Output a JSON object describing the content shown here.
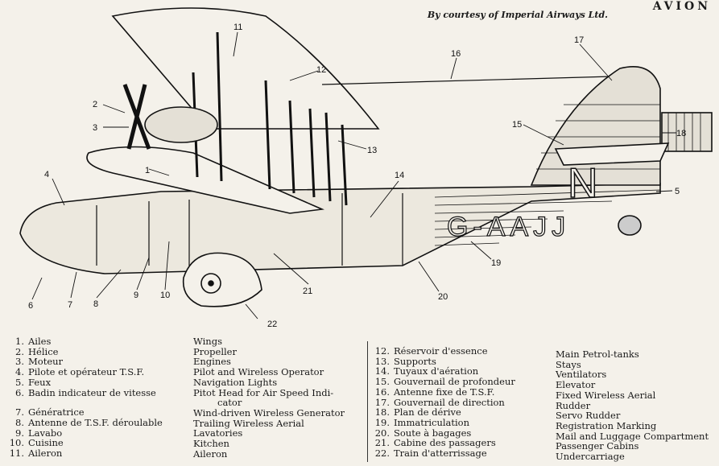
{
  "header": {
    "title": "AVION",
    "courtesy": "By courtesy of Imperial Airways Ltd."
  },
  "diagram": {
    "registration": "G-AAJJ",
    "callouts": [
      "1",
      "2",
      "3",
      "4",
      "5",
      "6",
      "7",
      "8",
      "9",
      "10",
      "11",
      "12",
      "13",
      "14",
      "15",
      "16",
      "17",
      "18",
      "19",
      "20",
      "21",
      "22"
    ]
  },
  "legend": {
    "left": [
      {
        "num": "1.",
        "fr": "Ailes",
        "en": "Wings"
      },
      {
        "num": "2.",
        "fr": "Hélice",
        "en": "Propeller"
      },
      {
        "num": "3.",
        "fr": "Moteur",
        "en": "Engines"
      },
      {
        "num": "4.",
        "fr": "Pilote et opérateur T.S.F.",
        "en": "Pilot and Wireless Operator"
      },
      {
        "num": "5.",
        "fr": "Feux",
        "en": "Navigation Lights"
      },
      {
        "num": "6.",
        "fr": "Badin indicateur de vitesse",
        "en": "Pitot Head for Air Speed Indi-",
        "en2": "cator"
      },
      {
        "num": "7.",
        "fr": "Génératrice",
        "en": "Wind-driven Wireless Generator"
      },
      {
        "num": "8.",
        "fr": "Antenne de T.S.F. déroulable",
        "en": "Trailing Wireless Aerial"
      },
      {
        "num": "9.",
        "fr": "Lavabo",
        "en": "Lavatories"
      },
      {
        "num": "10.",
        "fr": "Cuisine",
        "en": "Kitchen"
      },
      {
        "num": "11.",
        "fr": "Aileron",
        "en": "Aileron"
      }
    ],
    "right": [
      {
        "num": "12.",
        "fr": "Réservoir d'essence",
        "en": "Main Petrol-tanks"
      },
      {
        "num": "13.",
        "fr": "Supports",
        "en": "Stays"
      },
      {
        "num": "14.",
        "fr": "Tuyaux d'aération",
        "en": "Ventilators"
      },
      {
        "num": "15.",
        "fr": "Gouvernail de profondeur",
        "en": "Elevator"
      },
      {
        "num": "16.",
        "fr": "Antenne fixe de T.S.F.",
        "en": "Fixed Wireless Aerial"
      },
      {
        "num": "17.",
        "fr": "Gouvernail de direction",
        "en": "Rudder"
      },
      {
        "num": "18.",
        "fr": "Plan de dérive",
        "en": "Servo Rudder"
      },
      {
        "num": "19.",
        "fr": "Immatriculation",
        "en": "Registration Marking"
      },
      {
        "num": "20.",
        "fr": "Soute à bagages",
        "en": "Mail and Luggage Compartment"
      },
      {
        "num": "21.",
        "fr": "Cabine des passagers",
        "en": "Passenger Cabins"
      },
      {
        "num": "22.",
        "fr": "Train d'atterrissage",
        "en": "Undercarriage"
      }
    ]
  }
}
